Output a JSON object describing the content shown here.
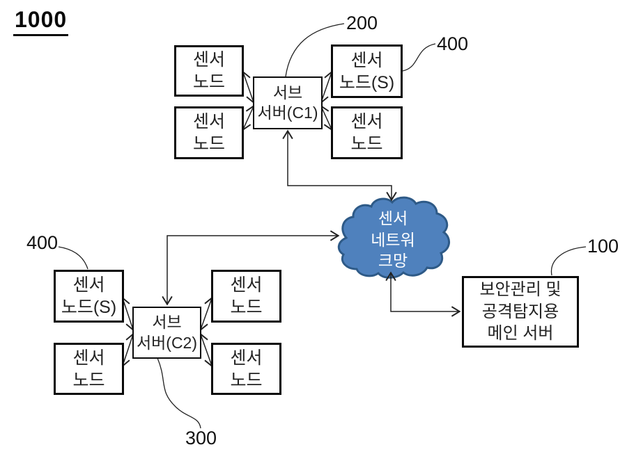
{
  "figure": {
    "number": "1000"
  },
  "refs": {
    "sub_server_c1": "200",
    "sensor_node_s_top": "400",
    "sensor_node_s_bottom": "400",
    "main_server": "100",
    "sub_server_c2": "300"
  },
  "top_cluster": {
    "node_top_left": "센서\n노드",
    "node_bottom_left": "센서\n노드",
    "sub_server": "서브\n서버(C1)",
    "node_top_right": "센서\n노드(S)",
    "node_bottom_right": "센서\n노드"
  },
  "bottom_cluster": {
    "node_top_left": "센서\n노드(S)",
    "node_bottom_left": "센서\n노드",
    "sub_server": "서브\n서버(C2)",
    "node_top_right": "센서\n노드",
    "node_bottom_right": "센서\n노드"
  },
  "cloud": {
    "label": "센서\n네트워\n크망"
  },
  "main_server": {
    "label": "보안관리 및\n공격탐지용\n메인 서버"
  },
  "colors": {
    "cloud_fill": "#4f81bd",
    "cloud_stroke": "#2e5a87",
    "cloud_text": "#ffffff",
    "line": "#222222",
    "text": "#1f1f1f"
  }
}
